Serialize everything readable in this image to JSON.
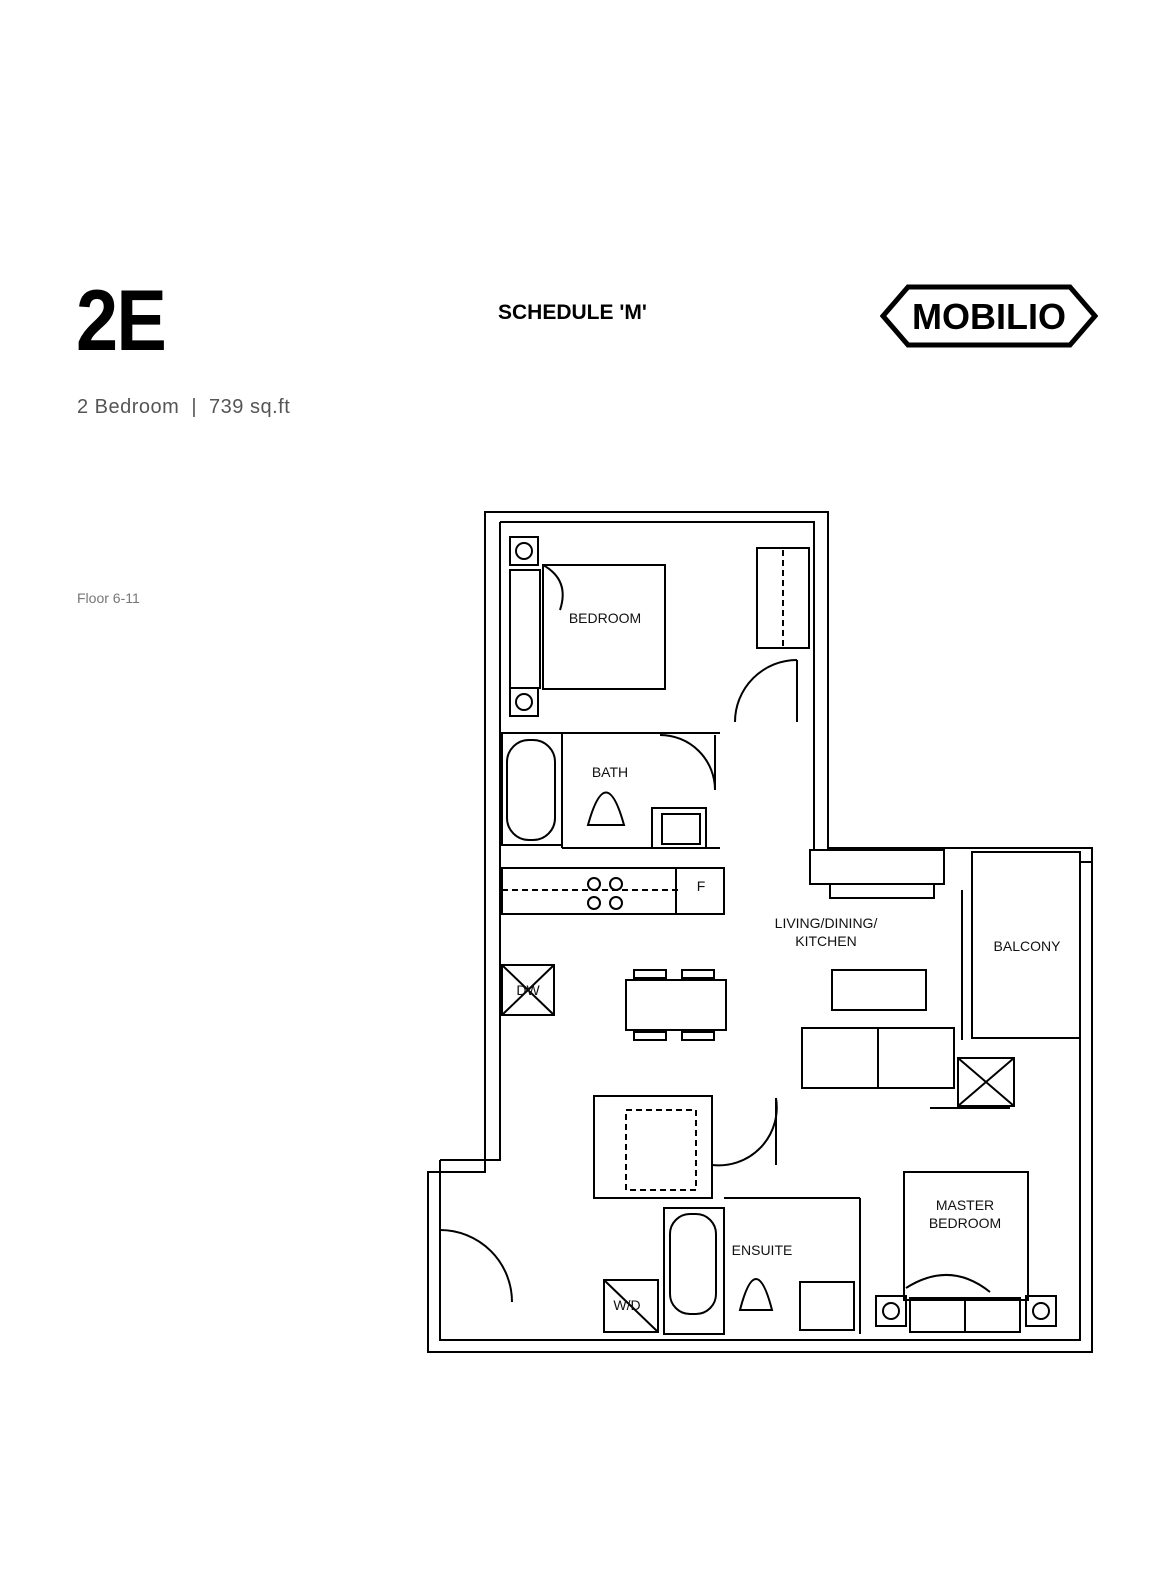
{
  "unit": {
    "code": "2E",
    "bedrooms": "2 Bedroom",
    "separator": "|",
    "area": "739 sq.ft"
  },
  "schedule": "SCHEDULE 'M'",
  "logo": {
    "text": "MOBILIO"
  },
  "floor": "Floor 6-11",
  "rooms": {
    "bedroom": "BEDROOM",
    "bath": "BATH",
    "living_line1": "LIVING/DINING/",
    "living_line2": "KITCHEN",
    "balcony": "BALCONY",
    "dw": "DW",
    "fridge": "F",
    "ensuite": "ENSUITE",
    "wd": "W/D",
    "master_line1": "MASTER",
    "master_line2": "BEDROOM"
  },
  "colors": {
    "ink": "#000000",
    "muted": "#555555"
  }
}
